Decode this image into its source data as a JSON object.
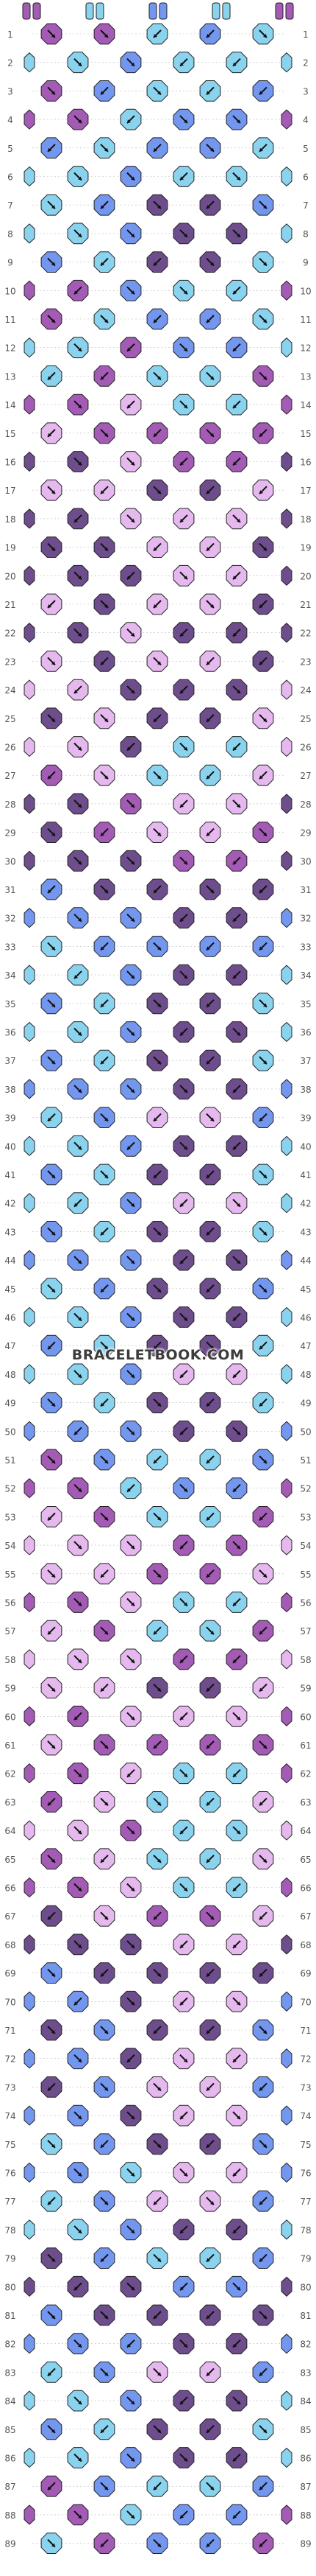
{
  "watermark": "BRACELETBOOK.COM",
  "colors": {
    "A": "#a45bb5",
    "B": "#8ad3ee",
    "C": "#7396ef",
    "D": "#e5b8ee",
    "E": "#6e4d8d",
    "outline": "#222222",
    "row_label": "#555555",
    "arrow": "#111111",
    "grid_line": "#bbbbbb"
  },
  "rows": [
    "1",
    "2",
    "3",
    "4",
    "5",
    "6",
    "7",
    "8",
    "9",
    "10",
    "11",
    "12",
    "13",
    "14",
    "15",
    "16",
    "17",
    "18",
    "19",
    "20",
    "21",
    "22",
    "23",
    "24",
    "25",
    "26",
    "27",
    "28",
    "29",
    "30",
    "31",
    "32",
    "33",
    "34",
    "35",
    "36",
    "37",
    "38",
    "39",
    "40",
    "41",
    "42",
    "43",
    "44",
    "45",
    "46",
    "47",
    "48",
    "49",
    "50",
    "51",
    "52",
    "53",
    "54",
    "55",
    "56",
    "57",
    "58",
    "59",
    "60",
    "61",
    "62",
    "63",
    "64",
    "65",
    "66",
    "67",
    "68",
    "69",
    "70",
    "71",
    "72",
    "73",
    "74",
    "75",
    "76",
    "77",
    "78",
    "79",
    "80",
    "81",
    "82",
    "83",
    "84",
    "85",
    "86",
    "87",
    "88",
    "89"
  ],
  "strings_top": [
    "A",
    "A",
    "B",
    "B",
    "C",
    "C",
    "B",
    "B",
    "A",
    "A",
    "A",
    "A",
    "B",
    "B",
    "C",
    "C"
  ],
  "knot_rows": [
    "AABCBA",
    "BCBBCB",
    "ACBBCA",
    "ABCCBA",
    "CBCCBC",
    "BCBBCB",
    "BCEECB",
    "BCEECB",
    "CBEEBC",
    "ACBBCA",
    "ABCCBA",
    "BACCAB",
    "BABBAB",
    "ADBBDA",
    "DAAAAD",
    "EDAADE",
    "DDEEDD",
    "EDDDDE",
    "EEDDEE",
    "EEDDEE",
    "DEDDED",
    "EDEEDE",
    "DEDDED",
    "DEEEED",
    "EDEEDE",
    "DEBBED",
    "ADBBDA",
    "EADDAE",
    "EADDAE",
    "EEAAEE",
    "CEEEEC",
    "CCEECC",
    "BCCCCB",
    "BCEECB",
    "CBEEBC",
    "BCEECB",
    "CBEEBC",
    "CCEECC",
    "BCDDCB",
    "BCEECB",
    "CBEEBC",
    "BCDDCB",
    "CBEEBC",
    "CCEECC",
    "BCEECB",
    "BCEECB",
    "CBEEBC",
    "BCDDCB",
    "CBEEBC",
    "CCEECC",
    "ACBBCA",
    "ABCCBA",
    "DABBAD",
    "DDAADD",
    "DDAADD",
    "ADBBDA",
    "DABBAD",
    "DDAADD",
    "DDEEDD",
    "ADDDDA",
    "DAAAAD",
    "ADBBDA",
    "ADBBDA",
    "DABBAD",
    "ADBBDA",
    "ADBBDA",
    "EDAADE",
    "EEDDEE",
    "CEEEEC",
    "CEDDEC",
    "ECEECE",
    "CEDDEC",
    "ECDDCE",
    "CEDDEC",
    "BCEECB",
    "CBDDBC",
    "BCDDCB",
    "BCEECB",
    "ECBBCE",
    "EECCEE",
    "CEEEEC",
    "CCEECC",
    "BCDDCB",
    "BCEECB",
    "CBEEBC",
    "BCEECB",
    "ACBBCA",
    "ABCCBA",
    "BACCAB"
  ],
  "knot_dirs": [
    "RRLLRL",
    "RRLLRL",
    "RLRLLR",
    "RLRRLL",
    "LRLRLR",
    "RRLRLL",
    "RLRLRL",
    "RRRRLL",
    "RLLRRL",
    "LRRLLR",
    "RRLLRL",
    "RLRLLR",
    "LLRRRL",
    "RLRLRL",
    "LRLRLR",
    "RRLLRL",
    "RLRLLR",
    "LRLRRL",
    "RRLLRL",
    "RLRLRL",
    "LRLRLR",
    "RRLLRL",
    "RLRLLR",
    "LRLRRL",
    "RRLLRL",
    "RLRLRL",
    "LRRLLR",
    "RRLRLL",
    "RLRLRL",
    "RRRLLL",
    "LRLRLR",
    "RRLLRL",
    "RLRLLR",
    "LRRLRL",
    "RLRLRL",
    "RRLRLL",
    "RLRLRL",
    "RRRLLL",
    "LRLRLR",
    "RLRLLR",
    "RRLLRL",
    "LRLRRL",
    "RLRLRL",
    "RRLRLL",
    "RLRLRL",
    "RRRLLL",
    "LRLRLR",
    "RRLLRL",
    "RLRLLR",
    "LRLRRL",
    "RRLLRL",
    "RLRLRL",
    "LRRLLR",
    "RRLRLL",
    "RLRLRL",
    "RRRLLL",
    "LRLRLR",
    "RRLLRL",
    "RLRLLR",
    "LRLRRL",
    "RRLLRL",
    "RLRLRL",
    "LRRLLR",
    "RRLRLL",
    "RLRLRL",
    "RRRLLL",
    "LRLRLR",
    "RRLLRL",
    "RLRLLR",
    "LRLRRL",
    "RRLLRL",
    "RLRLRL",
    "LRRLLR",
    "RRLRLL",
    "RLRLRL",
    "RRRLLL",
    "LRLRLR",
    "RRLLRL",
    "RLRLLR",
    "LRLRRL",
    "RRLLRL",
    "RLRLRL",
    "LRRLLR",
    "RRLRLL",
    "RLRLRL",
    "RRRLLL",
    "LRLRLR",
    "RRLLRL",
    "RLRLLR"
  ]
}
